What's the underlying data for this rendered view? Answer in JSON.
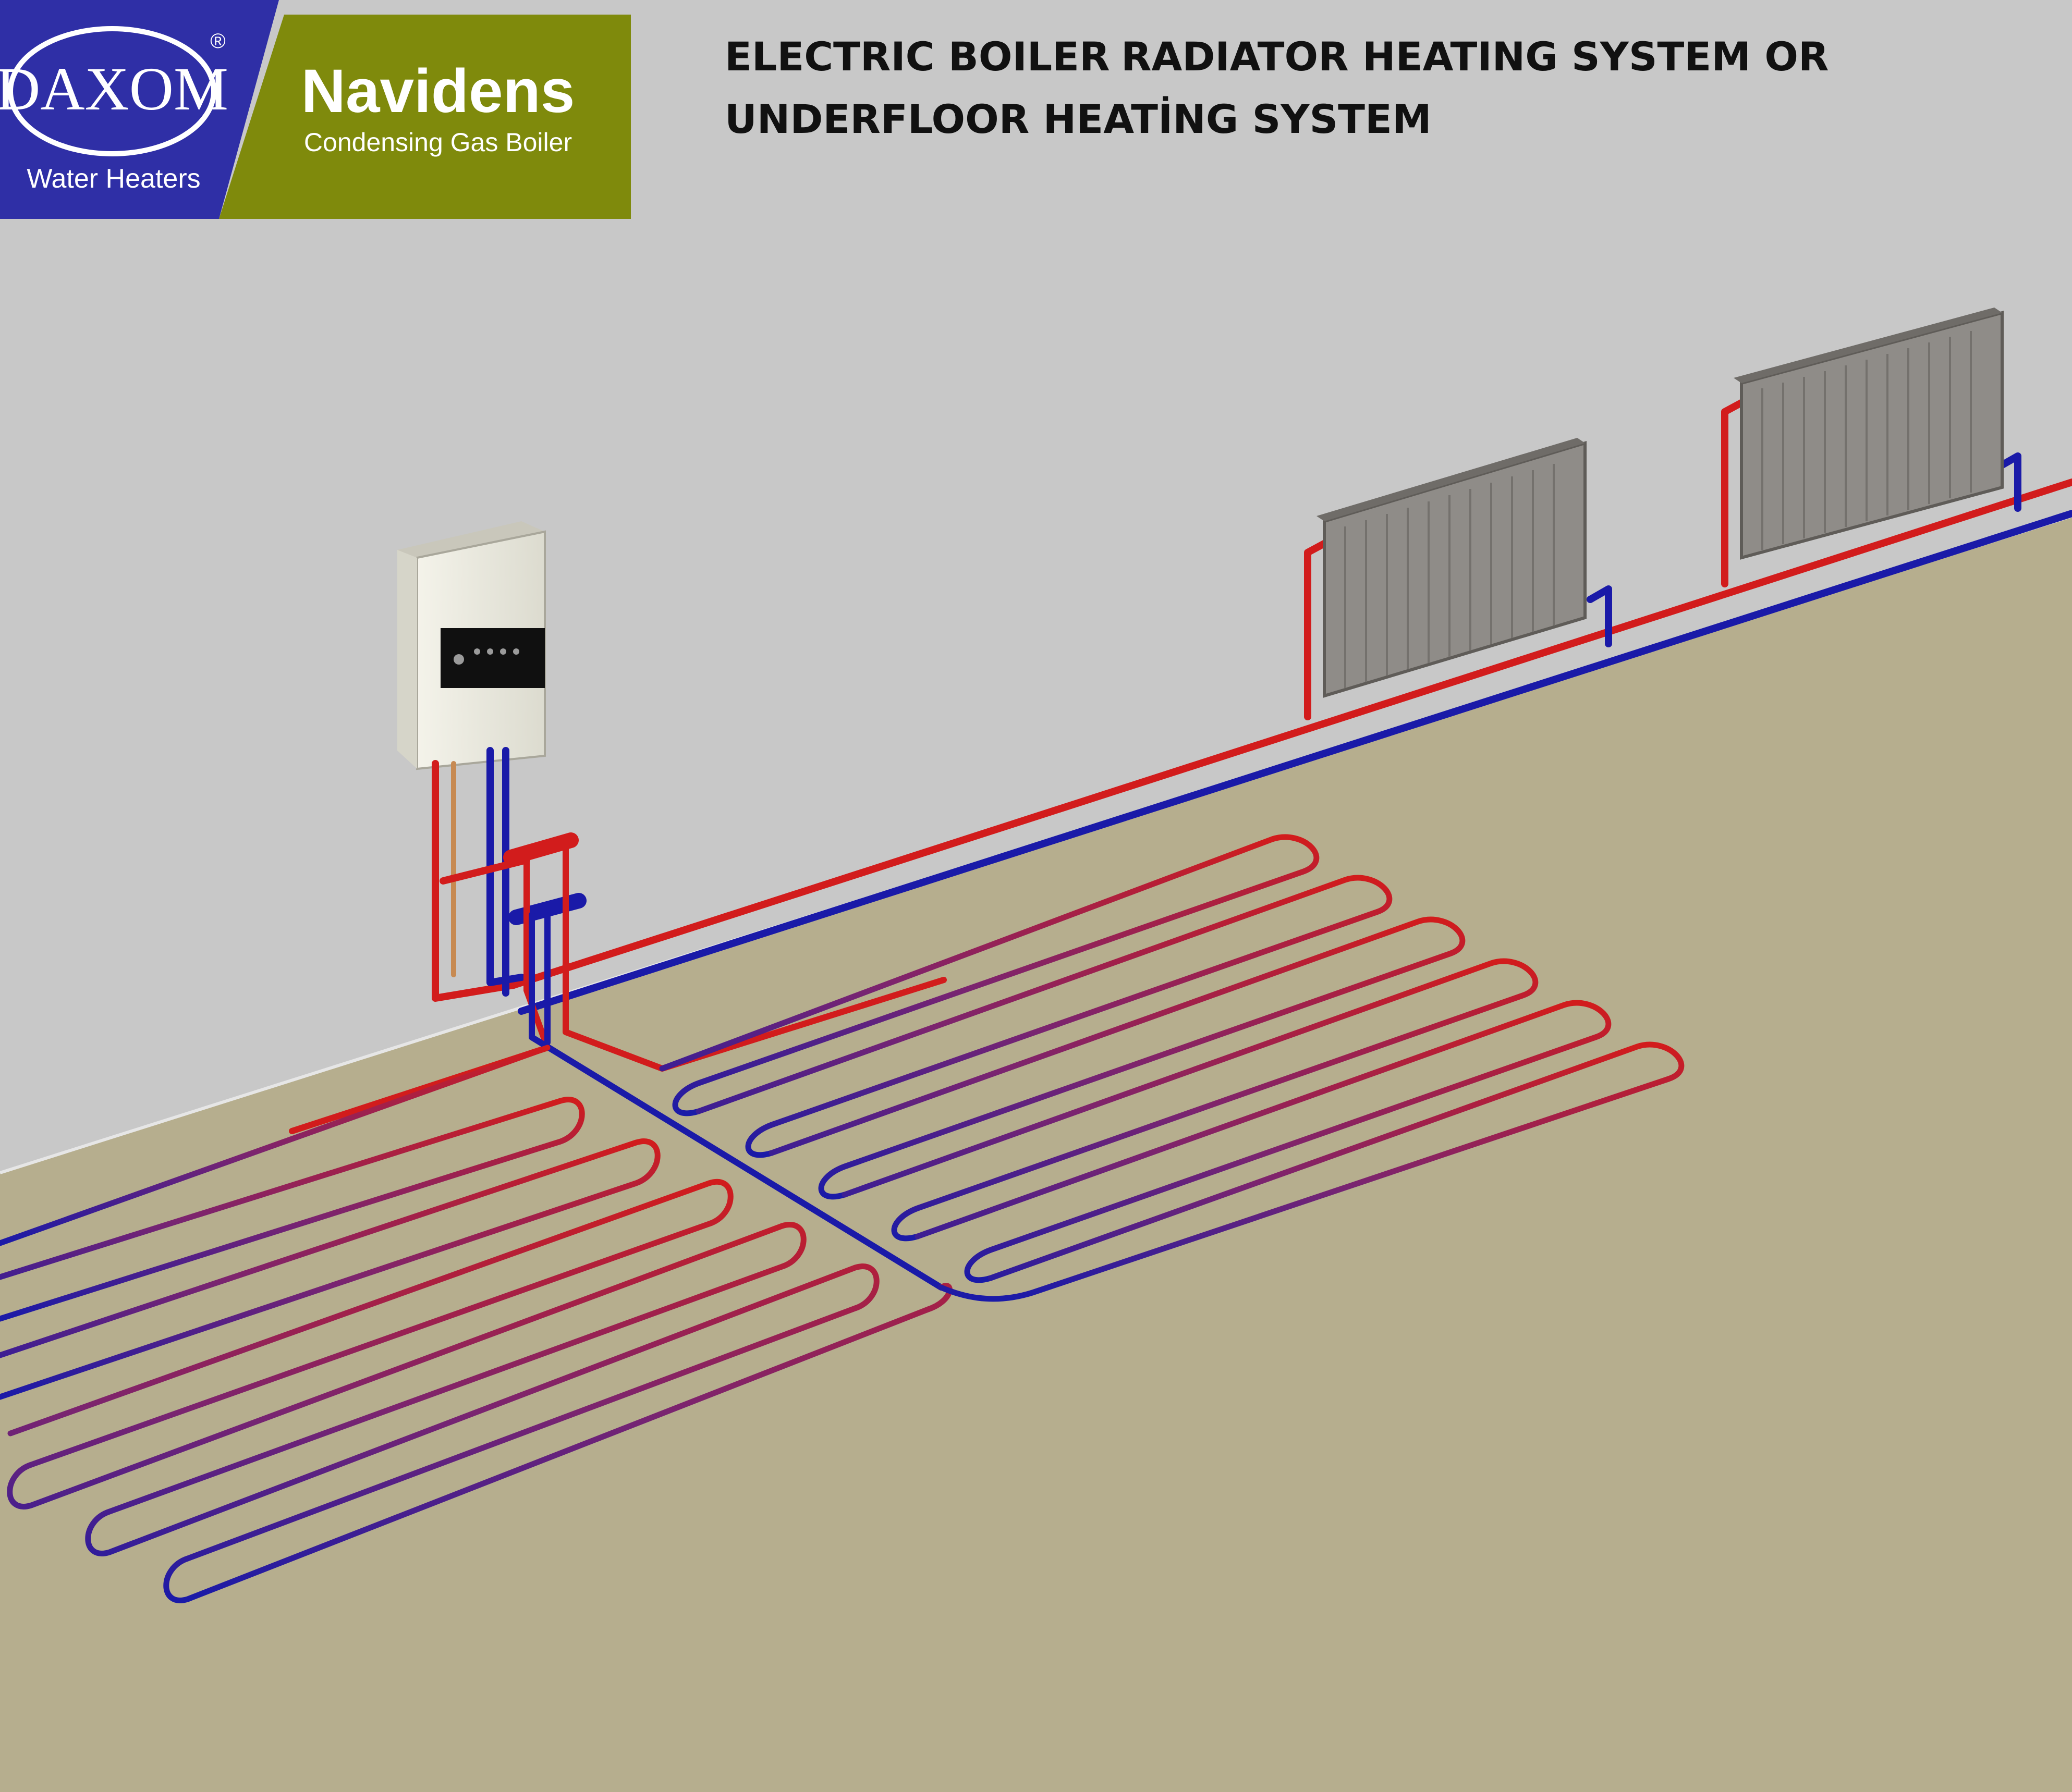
{
  "logos": {
    "daxom": {
      "brand": "DAXOM",
      "registered": "®",
      "subtitle": "Water Heaters"
    },
    "navidens": {
      "brand": "Navidens",
      "subtitle": "Condensing Gas Boiler"
    }
  },
  "title": {
    "line1_part1": "ELECTRIC BOILER",
    "line1_part2": "RADIATOR HEATING SYSTEM OR",
    "line2": "UNDERFLOOR HEATİNG SYSTEM"
  },
  "colors": {
    "wall": "#c8c8c8",
    "floor": "#b6ae8e",
    "supply_pipe": "#d21c1c",
    "return_pipe": "#1a1aa8",
    "daxom_blue": "#2f2fa6",
    "navidens_olive": "#7f8a0c",
    "radiator": "#8f8c88",
    "boiler_body": "#ebeae0"
  },
  "components": {
    "boiler": "electric-boiler",
    "radiators": [
      "radiator-1",
      "radiator-2"
    ],
    "underfloor_zones": [
      "zone-left",
      "zone-right"
    ]
  }
}
